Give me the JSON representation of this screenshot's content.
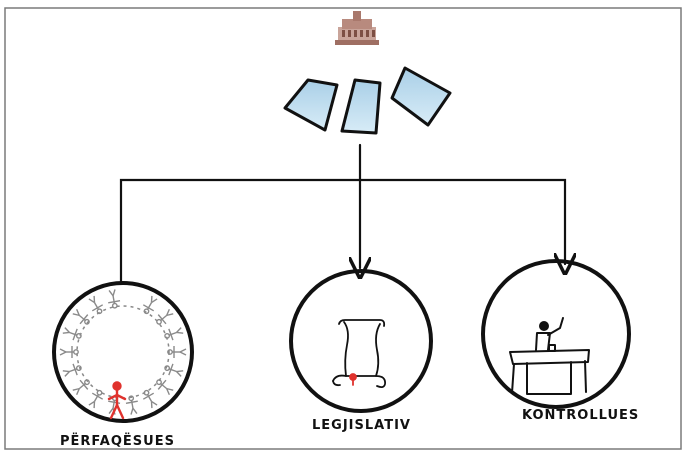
{
  "nodes": [
    {
      "label": "PËRFAQËSUES"
    },
    {
      "label": "LEGJISLATIV"
    },
    {
      "label": "KONTROLLUES"
    }
  ]
}
